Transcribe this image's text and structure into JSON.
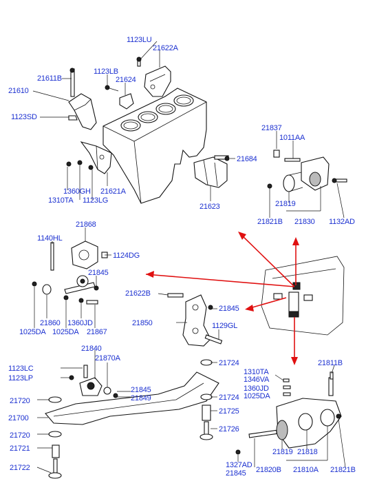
{
  "diagram": {
    "labels": {
      "p1123LU": "1123LU",
      "p21622A": "21622A",
      "p1123LB": "1123LB",
      "p21624": "21624",
      "p21611B": "21611B",
      "p21610": "21610",
      "p1123SD": "1123SD",
      "p21837": "21837",
      "p1011AA": "1011AA",
      "p21684": "21684",
      "p1360GH": "1360GH",
      "p21621A": "21621A",
      "p1310TA_top": "1310TA",
      "p1123LG": "1123LG",
      "p21623": "21623",
      "p21819_top": "21819",
      "p21821B_top": "21821B",
      "p21830": "21830",
      "p1132AD": "1132AD",
      "p21868": "21868",
      "p1140HL": "1140HL",
      "p1124DG": "1124DG",
      "p21845_a": "21845",
      "p21622B": "21622B",
      "p21845_b": "21845",
      "p21850": "21850",
      "p1129GL": "1129GL",
      "p21860": "21860",
      "p1360JD_left": "1360JD",
      "p21867": "21867",
      "p1025DA_a": "1025DA",
      "p1025DA_b": "1025DA",
      "p21840": "21840",
      "p21870A": "21870A",
      "p1123LC": "1123LC",
      "p1123LP": "1123LP",
      "p21724_a": "21724",
      "p21811B": "21811B",
      "p1310TA_right": "1310TA",
      "p1346VA": "1346VA",
      "p1360JD_right": "1360JD",
      "p1025DA_right": "1025DA",
      "p21845_c": "21845",
      "p21849": "21849",
      "p21720_a": "21720",
      "p21724_b": "21724",
      "p21700": "21700",
      "p21725": "21725",
      "p21720_b": "21720",
      "p21726": "21726",
      "p21721": "21721",
      "p21722": "21722",
      "p21819_bot": "21819",
      "p21818": "21818",
      "p1327AD": "1327AD",
      "p21845_d": "21845",
      "p21820B": "21820B",
      "p21810A": "21810A",
      "p21821B_bot": "21821B"
    }
  }
}
